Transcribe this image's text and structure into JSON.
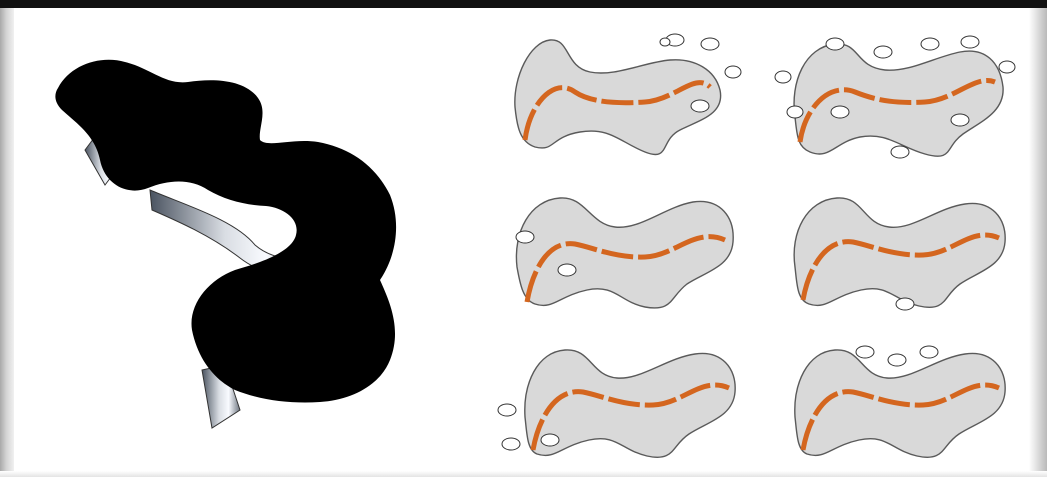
{
  "colors": {
    "path_accent": "#d4661f",
    "shape_fill": "#d9d9d9",
    "shape_stroke": "#5a5a5a",
    "massing_fill": "#000000"
  },
  "icons": {
    "settlement_cluster": "settlement-cluster-icon"
  },
  "diagram": {
    "panels": [
      {
        "id": "p1",
        "cluster_count": 5
      },
      {
        "id": "p2",
        "cluster_count": 10
      },
      {
        "id": "p3",
        "cluster_count": 2
      },
      {
        "id": "p4",
        "cluster_count": 1
      },
      {
        "id": "p5",
        "cluster_count": 3
      },
      {
        "id": "p6",
        "cluster_count": 3
      }
    ]
  }
}
